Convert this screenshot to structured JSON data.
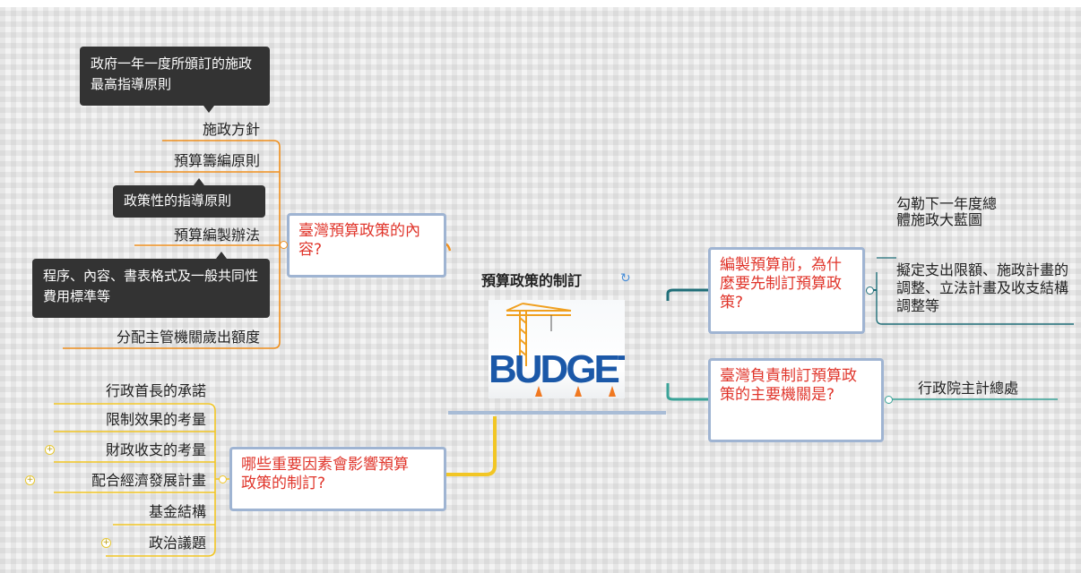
{
  "central": {
    "title": "預算政策的制訂",
    "image_label": "BUDGET"
  },
  "branch_content": {
    "title": "臺灣預算政策的內容?",
    "items": [
      "施政方針",
      "預算籌編原則",
      "預算編製辦法",
      "分配主管機關歲出額度"
    ],
    "callouts": [
      "政府一年一度所頒訂的施政最高指導原則",
      "政策性的指導原則",
      "程序、內容、書表格式及一般共同性費用標準等"
    ]
  },
  "branch_factors": {
    "title": "哪些重要因素會影響預算政策的制訂?",
    "items": [
      "行政首長的承諾",
      "限制效果的考量",
      "財政收支的考量",
      "配合經濟發展計畫",
      "基金結構",
      "政治議題"
    ]
  },
  "branch_why": {
    "title": "編製預算前，為什麼要先制訂預算政策?",
    "items": [
      "勾勒下一年度總體施政大藍圖",
      "擬定支出限額、施政計畫的調整、立法計畫及收支結構調整等"
    ]
  },
  "branch_agency": {
    "title": "臺灣負責制訂預算政策的主要機關是?",
    "items": [
      "行政院主計總處"
    ]
  },
  "colors": {
    "orange": "#f0901e",
    "yellow": "#f2c624",
    "teal": "#1f6e78",
    "green": "#3aa398",
    "box_border": "#9fb4d2",
    "title_red": "#e0352b"
  }
}
